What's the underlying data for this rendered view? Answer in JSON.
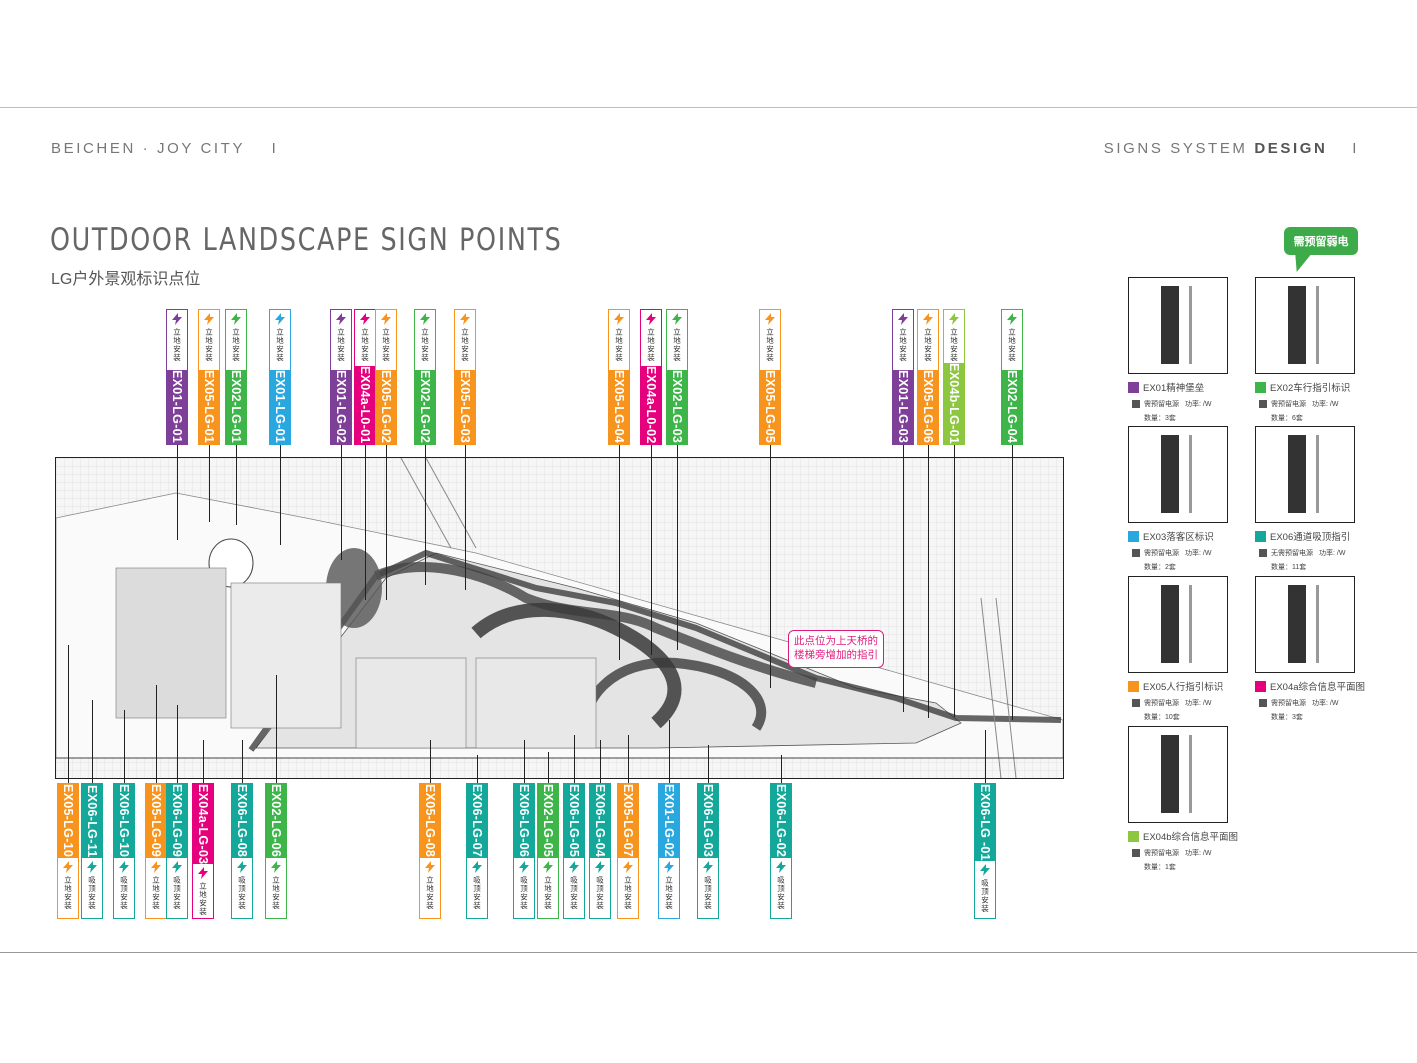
{
  "header": {
    "brand": "BEICHEN · JOY CITY",
    "brand_sep": "I",
    "section_light": "SIGNS SYSTEM",
    "section_bold": "DESIGN",
    "section_sep": "I"
  },
  "title": "OUTDOOR LANDSCAPE SIGN POINTS",
  "subtitle": "LG户外景观标识点位",
  "colors": {
    "purple": "#7d3f98",
    "orange": "#f7941d",
    "green": "#3db549",
    "blue": "#29a8e0",
    "magenta": "#e5007e",
    "teal": "#14a89b",
    "lime": "#8dc63f"
  },
  "mount_types": {
    "floor": "立地安装",
    "ceiling": "吸顶安装"
  },
  "top_tags": [
    {
      "code": "EX01-LG-01",
      "color": "purple",
      "mount": "立地安装"
    },
    {
      "code": "EX05-LG-01",
      "color": "orange",
      "mount": "立地安装"
    },
    {
      "code": "EX02-LG-01",
      "color": "green",
      "mount": "立地安装"
    },
    {
      "code": "EX01-LG-01",
      "color": "blue",
      "mount": "立地安装"
    },
    {
      "code": "EX01-LG-02",
      "color": "purple",
      "mount": "立地安装"
    },
    {
      "code": "EX04a-L0-01",
      "color": "magenta",
      "mount": "立地安装"
    },
    {
      "code": "EX05-LG-02",
      "color": "orange",
      "mount": "立地安装"
    },
    {
      "code": "EX02-LG-02",
      "color": "green",
      "mount": "立地安装"
    },
    {
      "code": "EX05-LG-03",
      "color": "orange",
      "mount": "立地安装"
    },
    {
      "code": "EX05-LG-04",
      "color": "orange",
      "mount": "立地安装"
    },
    {
      "code": "EX04a-L0-02",
      "color": "magenta",
      "mount": "立地安装"
    },
    {
      "code": "EX02-LG-03",
      "color": "green",
      "mount": "立地安装"
    },
    {
      "code": "EX05-LG-05",
      "color": "orange",
      "mount": "立地安装"
    },
    {
      "code": "EX01-LG-03",
      "color": "purple",
      "mount": "立地安装"
    },
    {
      "code": "EX05-LG-06",
      "color": "orange",
      "mount": "立地安装"
    },
    {
      "code": "EX04b-LG-01",
      "color": "lime",
      "mount": "立地安装"
    },
    {
      "code": "EX02-LG-04",
      "color": "green",
      "mount": "立地安装"
    }
  ],
  "bottom_tags": [
    {
      "code": "EX05-LG-10",
      "color": "orange",
      "mount": "立地安装"
    },
    {
      "code": "EX06-LG-11",
      "color": "teal",
      "mount": "吸顶安装"
    },
    {
      "code": "EX06-LG-10",
      "color": "teal",
      "mount": "吸顶安装"
    },
    {
      "code": "EX05-LG-09",
      "color": "orange",
      "mount": "立地安装"
    },
    {
      "code": "EX06-LG-09",
      "color": "teal",
      "mount": "吸顶安装"
    },
    {
      "code": "EX04a-LG-03",
      "color": "magenta",
      "mount": "立地安装"
    },
    {
      "code": "EX06-LG-08",
      "color": "teal",
      "mount": "吸顶安装"
    },
    {
      "code": "EX02-LG-06",
      "color": "green",
      "mount": "立地安装"
    },
    {
      "code": "EX05-LG-08",
      "color": "orange",
      "mount": "立地安装"
    },
    {
      "code": "EX06-LG-07",
      "color": "teal",
      "mount": "吸顶安装"
    },
    {
      "code": "EX06-LG-06",
      "color": "teal",
      "mount": "吸顶安装"
    },
    {
      "code": "EX02-LG-05",
      "color": "green",
      "mount": "立地安装"
    },
    {
      "code": "EX06-LG-05",
      "color": "teal",
      "mount": "吸顶安装"
    },
    {
      "code": "EX06-LG-04",
      "color": "teal",
      "mount": "吸顶安装"
    },
    {
      "code": "EX05-LG-07",
      "color": "orange",
      "mount": "立地安装"
    },
    {
      "code": "EX01-LG-02",
      "color": "blue",
      "mount": "立地安装"
    },
    {
      "code": "EX06-LG-03",
      "color": "teal",
      "mount": "吸顶安装"
    },
    {
      "code": "EX06-LG-02",
      "color": "teal",
      "mount": "吸顶安装"
    },
    {
      "code": "EX06-LG -01",
      "color": "teal",
      "mount": "吸顶安装"
    }
  ],
  "callout": {
    "line1": "此点位为上天桥的",
    "line2": "楼梯旁增加的指引"
  },
  "power_note": "需预留弱电",
  "legend": [
    {
      "label": "EX01精神堡垒",
      "color": "purple",
      "power": "需预留电源",
      "power_rate": "功率: /W",
      "count": "数量：3套"
    },
    {
      "label": "EX02车行指引标识",
      "color": "green",
      "power": "需预留电源",
      "power_rate": "功率: /W",
      "count": "数量：6套"
    },
    {
      "label": "EX03落客区标识",
      "color": "blue",
      "power": "需预留电源",
      "power_rate": "功率: /W",
      "count": "数量：2套"
    },
    {
      "label": "EX06通道吸顶指引",
      "color": "teal",
      "power": "无需预留电源",
      "power_rate": "功率: /W",
      "count": "数量：11套"
    },
    {
      "label": "EX05人行指引标识",
      "color": "orange",
      "power": "需预留电源",
      "power_rate": "功率: /W",
      "count": "数量：10套"
    },
    {
      "label": "EX04a综合信息平面图",
      "color": "magenta",
      "power": "需预留电源",
      "power_rate": "功率: /W",
      "count": "数量：3套"
    },
    {
      "label": "EX04b综合信息平面图",
      "color": "lime",
      "power": "需预留电源",
      "power_rate": "功率: /W",
      "count": "数量：1套"
    }
  ]
}
